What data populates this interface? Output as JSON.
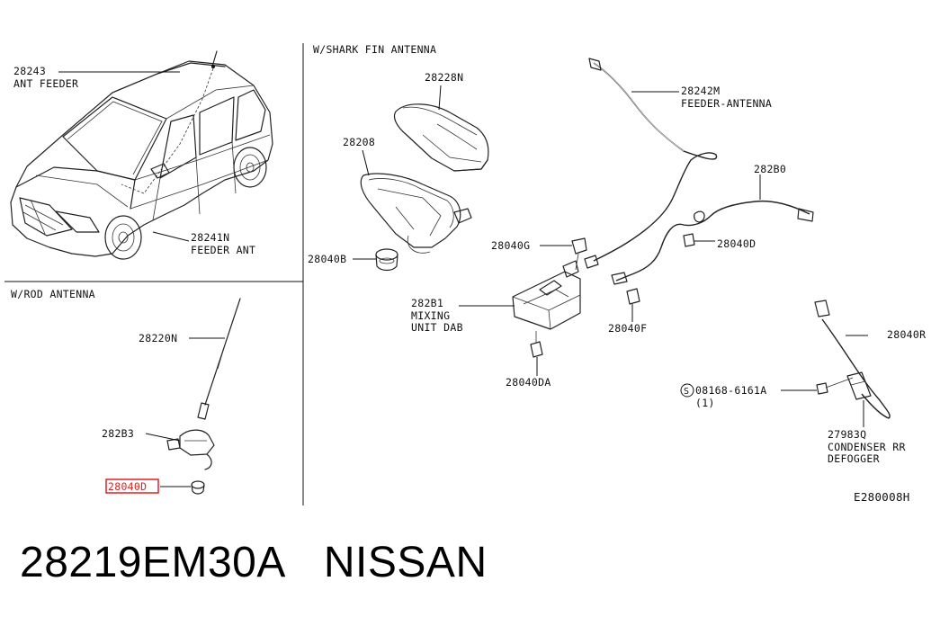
{
  "sections": {
    "shark_fin": "W/SHARK FIN ANTENNA",
    "rod": "W/ROD ANTENNA"
  },
  "callouts": {
    "c28243_code": "28243",
    "c28243_desc": "ANT FEEDER",
    "c28241n_code": "28241N",
    "c28241n_desc": "FEEDER ANT",
    "c28228n": "28228N",
    "c28208": "28208",
    "c28040b": "28040B",
    "c28242m_code": "28242M",
    "c28242m_desc": "FEEDER-ANTENNA",
    "c282b0": "282B0",
    "c28040g": "28040G",
    "c28040d": "28040D",
    "c282b1_code": "282B1",
    "c282b1_desc1": "MIXING",
    "c282b1_desc2": "UNIT DAB",
    "c28040f": "28040F",
    "c28040r": "28040R",
    "c28040da": "28040DA",
    "c08168": "08168-6161A",
    "c08168_symbol": "S",
    "c08168_qty": "(1)",
    "c27983q_code": "27983Q",
    "c27983q_desc1": "CONDENSER RR",
    "c27983q_desc2": "DEFOGGER",
    "c28220n": "28220N",
    "c282b3": "282B3",
    "c28040d_rod": "28040D"
  },
  "diagram_code": "E280008H",
  "highlight_color": "#e02020",
  "product": {
    "part_number": "28219EM30A",
    "brand": "NISSAN"
  }
}
